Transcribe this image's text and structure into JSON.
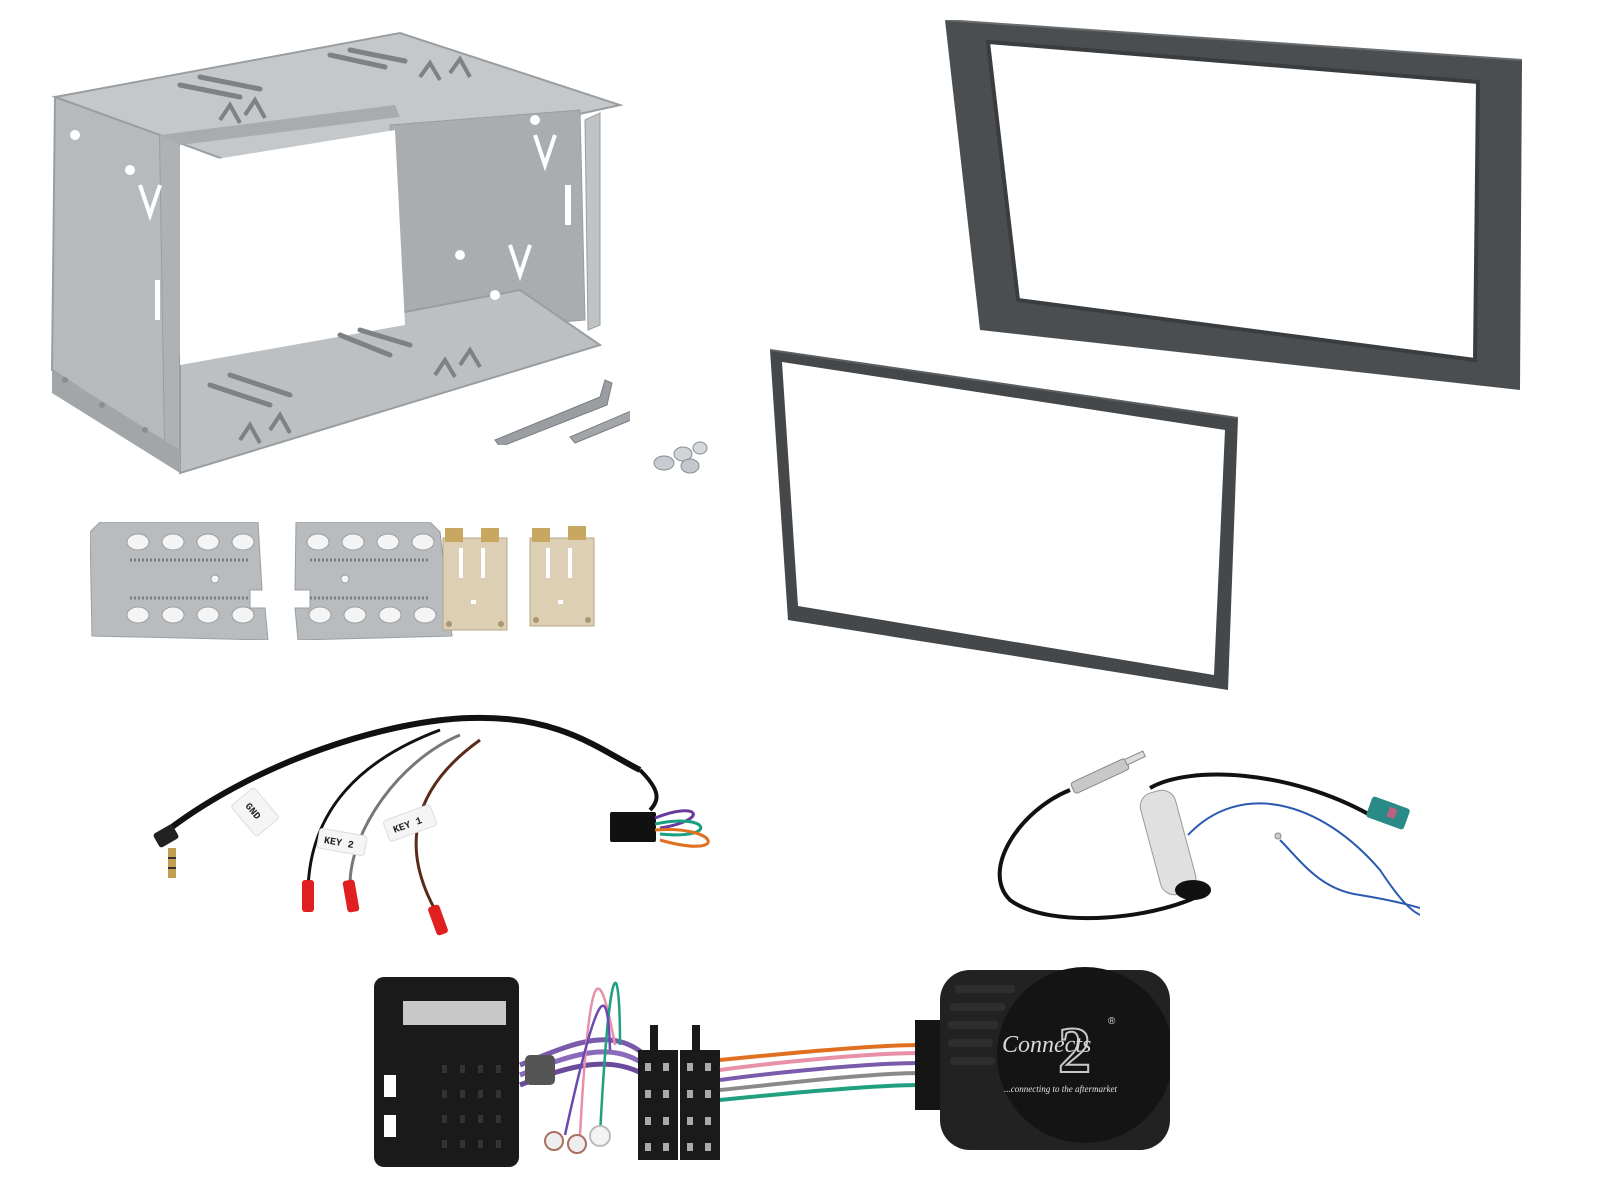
{
  "scene": {
    "description": "Double DIN car stereo fitting kit components on white background",
    "background": "#ffffff"
  },
  "parts": {
    "cage": {
      "name": "Double DIN metal cage",
      "color": "#b4b8bb"
    },
    "release_keys": {
      "name": "Release keys",
      "count": 2
    },
    "screws": {
      "name": "Screws",
      "count": 4
    },
    "side_plates": {
      "name": "Side mounting plates",
      "count": 2,
      "color": "#b9bcbe"
    },
    "brackets": {
      "name": "Brass brackets",
      "count": 2,
      "color": "#d8c8a8"
    },
    "fascia_outer": {
      "name": "Outer fascia frame",
      "color": "#4a4e50"
    },
    "fascia_inner": {
      "name": "Inner fascia frame",
      "color": "#44484a"
    },
    "patch_lead": {
      "name": "Steering control patch lead",
      "labels": [
        "GND",
        "KEY 2",
        "KEY 1"
      ],
      "wire_colors": [
        "#111111",
        "#777777",
        "#5a2a1a",
        "#6a3a9a",
        "#1aa080",
        "#e07020"
      ],
      "terminal_color": "#e02020"
    },
    "antenna_adapter": {
      "name": "Antenna adapter",
      "connector_color": "#2a8a88",
      "wire_colors": [
        "#111111",
        "#2a5ab0"
      ]
    },
    "interface": {
      "name": "Steering wheel control interface",
      "logo_text": "Connects",
      "logo_number": "2",
      "logo_mark": "®",
      "tagline": "...connecting to the aftermarket",
      "wire_colors": [
        "#7a5aaa",
        "#e890a8",
        "#20a080",
        "#e07020",
        "#8a8a8a"
      ]
    }
  }
}
